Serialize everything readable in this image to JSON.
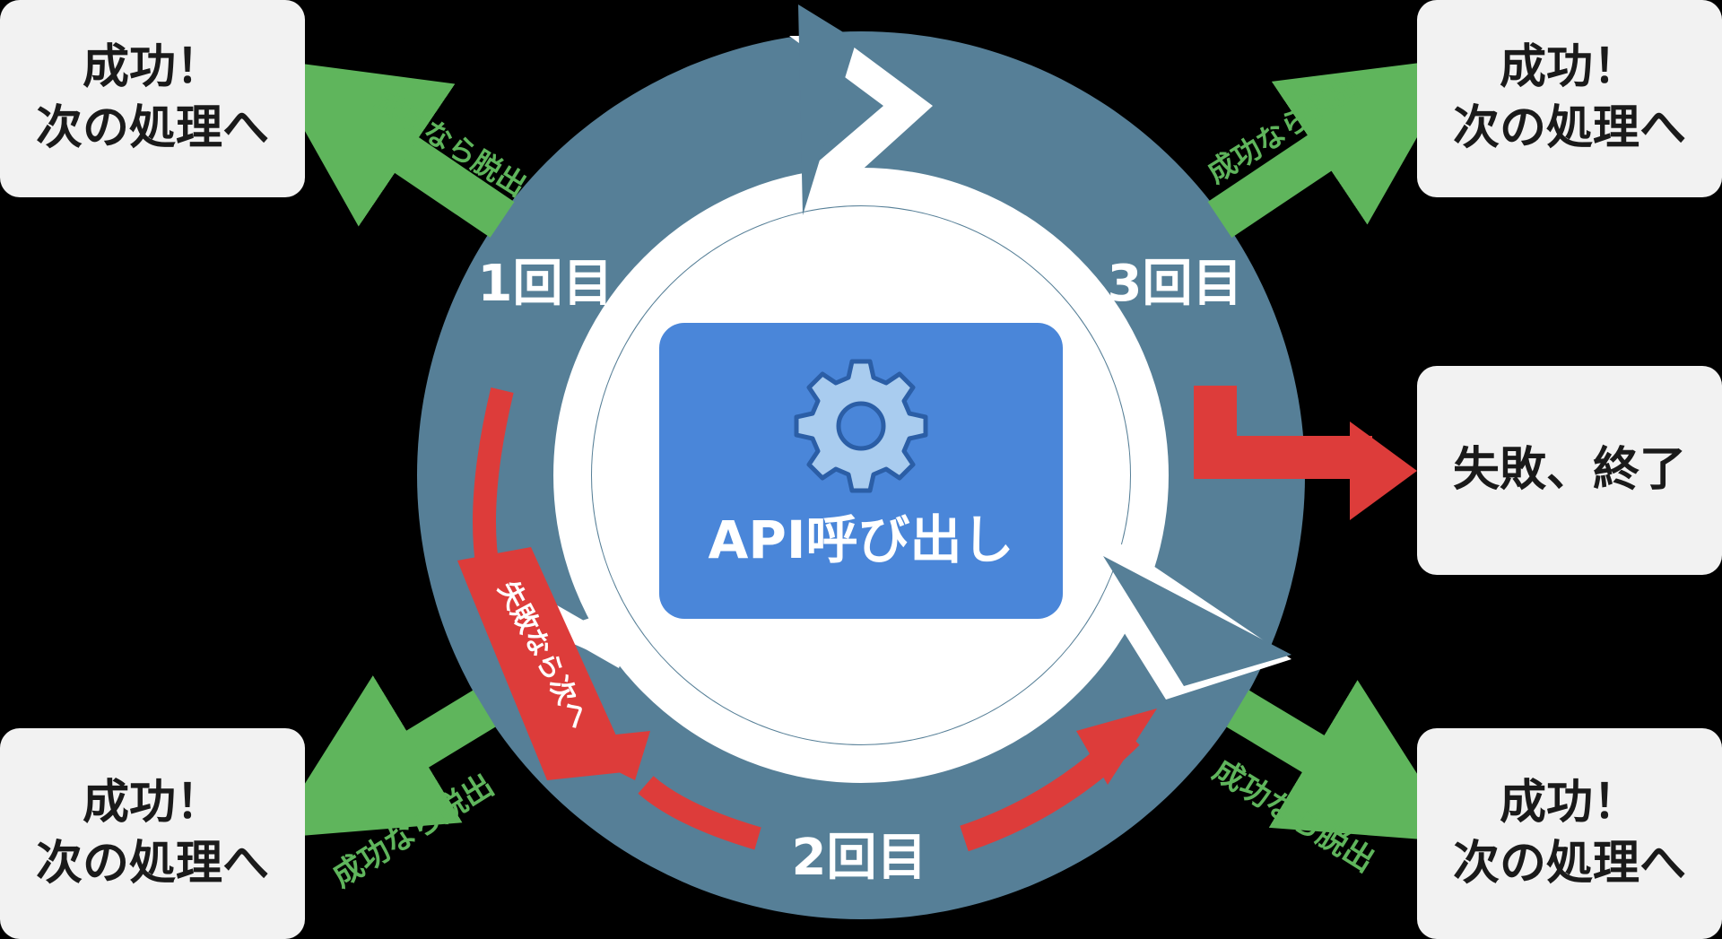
{
  "center": {
    "label": "API呼び出し",
    "icon": "gear-icon"
  },
  "attempts": {
    "first": "1回目",
    "second": "2回目",
    "third": "3回目"
  },
  "success_box": {
    "line1": "成功！",
    "line2": "次の処理へ"
  },
  "fail_box": {
    "label": "失敗、終了"
  },
  "arrow_labels": {
    "exit_on_success": "成功なら脱出",
    "next_on_fail": "失敗なら次へ"
  },
  "colors": {
    "ring": "#567f97",
    "inner": "#ffffff",
    "api_box": "#4a86d9",
    "gear": "#a9ccef",
    "success_arrow": "#5fb55c",
    "success_text": "#5fb55c",
    "fail_arrow": "#dd3c3a",
    "box_bg": "#f2f2f2",
    "background": "#000000"
  }
}
